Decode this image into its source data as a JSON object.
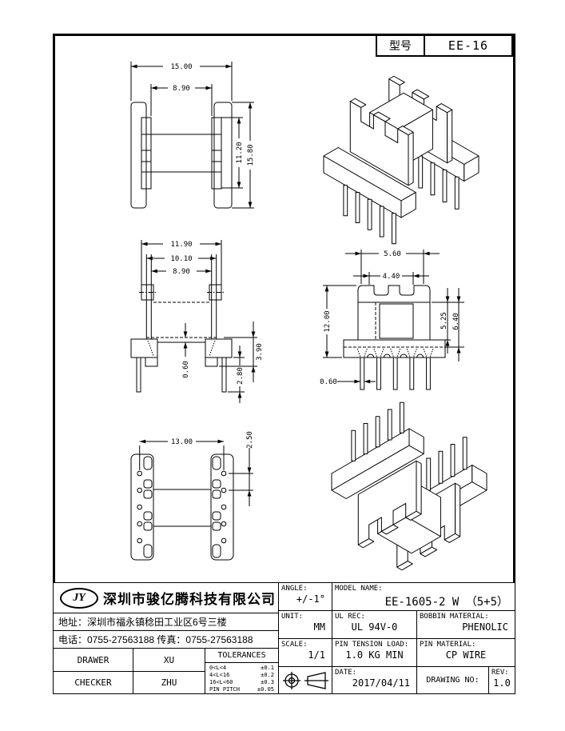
{
  "title_box": {
    "label": "型号",
    "value": "EE-16"
  },
  "dims": {
    "side": {
      "width": "15.00",
      "window_w": "8.90",
      "window_h": "11.20",
      "height": "15.80"
    },
    "front": {
      "outer": "11.90",
      "mid": "10.10",
      "inner": "8.90",
      "slot": "0.60",
      "base_h": "3.90",
      "pin_len": "2.80"
    },
    "end": {
      "outer": "5.60",
      "inner": "4.40",
      "height": "12.00",
      "win_h": "5.25",
      "flange_h": "6.40",
      "pin_w": "0.60"
    },
    "top": {
      "row_span": "13.00",
      "pin_pitch": "2.50"
    }
  },
  "company": {
    "logo": "JY",
    "name": "深圳市骏亿腾科技有限公司",
    "address": "地址：深圳市福永镇稔田工业区6号三楼",
    "phone": "电话：0755-27563188 传真：0755-27563188"
  },
  "approval": {
    "drawer_label": "DRAWER",
    "drawer_name": "XU",
    "checker_label": "CHECKER",
    "checker_name": "ZHU"
  },
  "tolerances": {
    "title": "TOLERANCES",
    "rows": [
      [
        "0<L<4",
        "±0.1"
      ],
      [
        "4<L<16",
        "±0.2"
      ],
      [
        "16<L<60",
        "±0.3"
      ],
      [
        "PIN PITCH",
        "±0.05"
      ]
    ]
  },
  "info": {
    "angle_label": "ANGLE:",
    "angle": "+/-1°",
    "unit_label": "UNIT:",
    "unit": "MM",
    "scale_label": "SCALE:",
    "scale": "1/1",
    "model_label": "MODEL NAME:",
    "model": "EE-1605-2 W （5+5）",
    "ul_label": "UL REC:",
    "ul": "UL 94V-0",
    "tension_label": "PIN TENSION LOAD:",
    "tension": "1.0 KG MIN",
    "date_label": "DATE:",
    "date": "2017/04/11",
    "bobbin_label": "BOBBIN MATERIAL:",
    "bobbin": "PHENOLIC",
    "pinmat_label": "PIN MATERIAL:",
    "pinmat": "CP WIRE",
    "drawno_label": "DRAWING NO:",
    "rev_label": "REV:",
    "rev": "1.0"
  }
}
